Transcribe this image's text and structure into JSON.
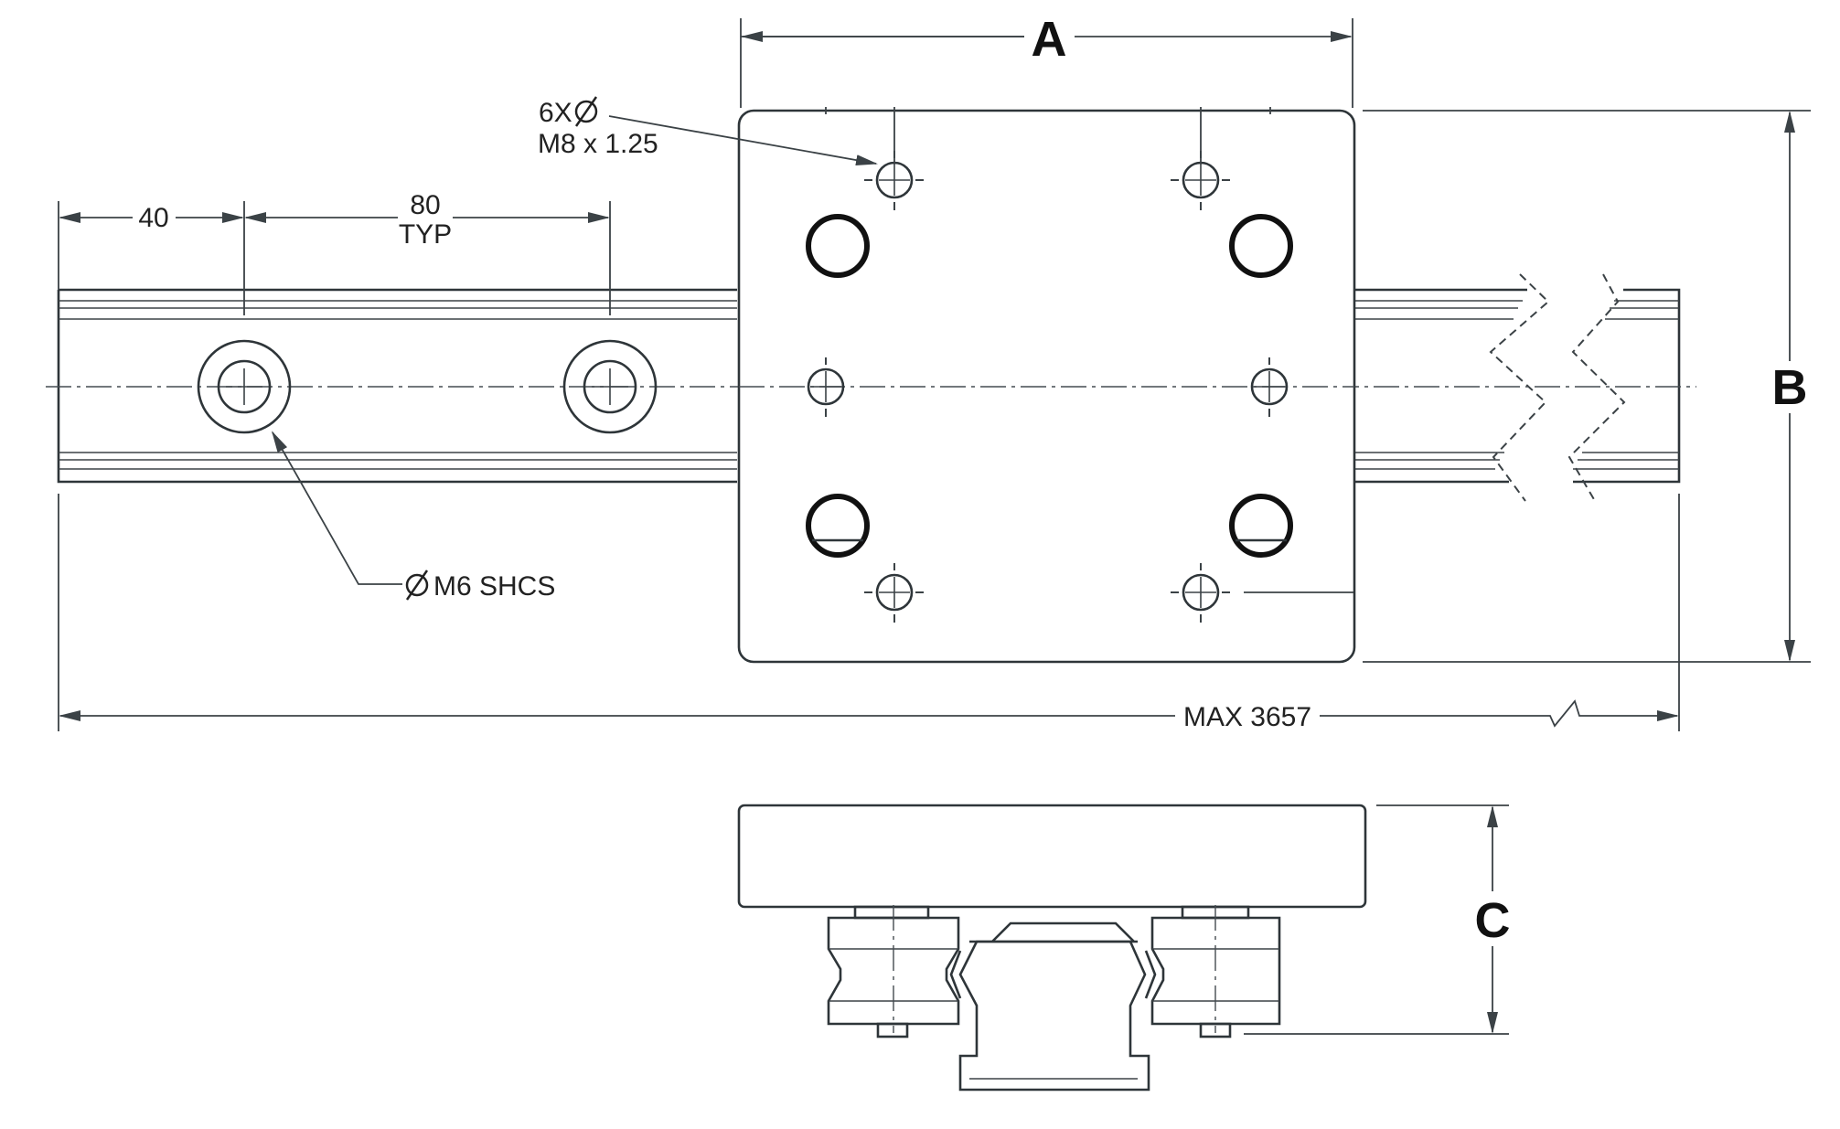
{
  "dimensions": {
    "a": "A",
    "b": "B",
    "c": "C",
    "spacing_end": "40",
    "spacing_typ_value": "80",
    "spacing_typ_note": "TYP",
    "overall_length": "MAX 3657"
  },
  "callouts": {
    "tapped_holes_count": "6X",
    "tapped_holes_spec": "M8 x 1.25",
    "rail_screws": "M6 SHCS"
  },
  "icons": {
    "diameter": "diameter-symbol"
  }
}
